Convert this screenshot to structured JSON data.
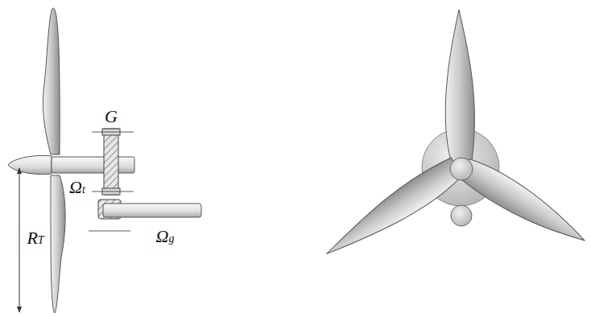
{
  "diagram": {
    "labels": [
      "G",
      "Ωt",
      "Ωg",
      "RT"
    ]
  }
}
